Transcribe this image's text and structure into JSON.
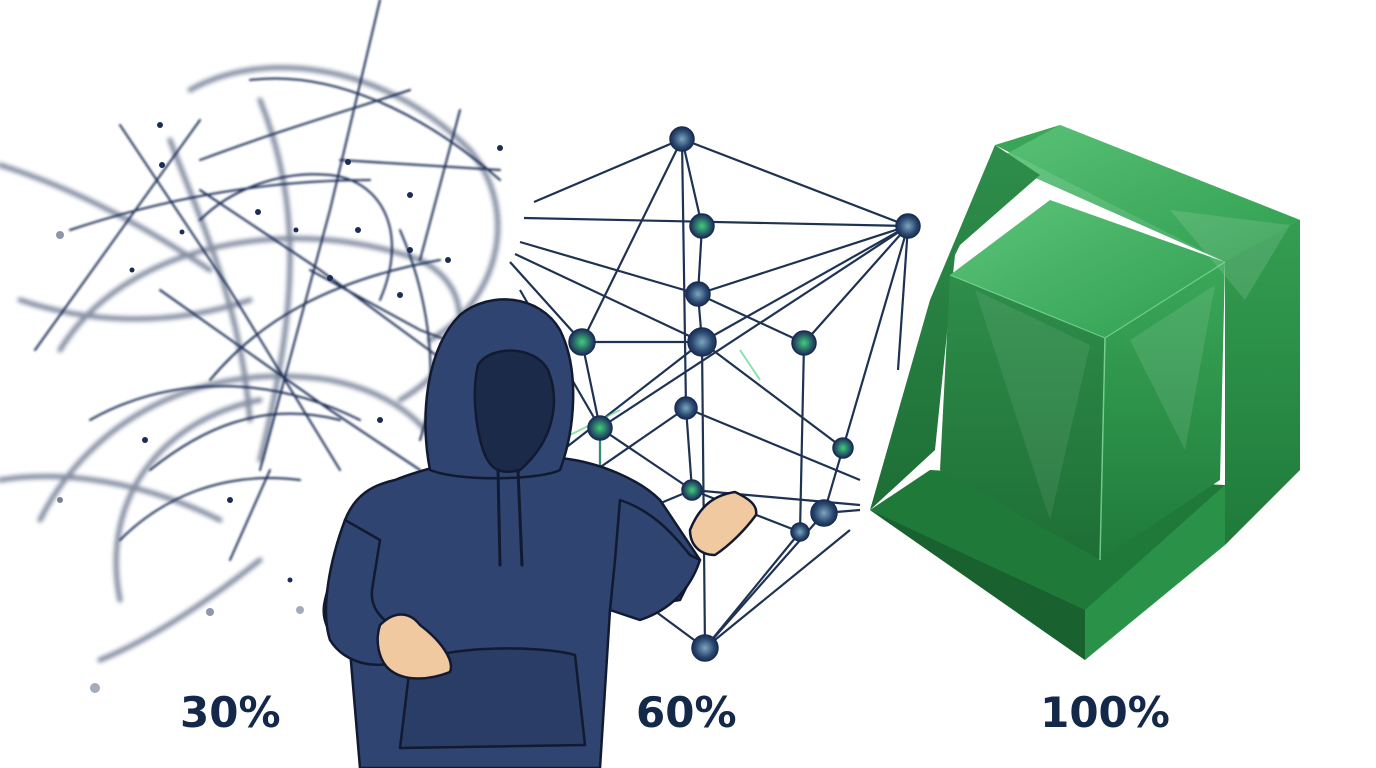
{
  "scene": {
    "description": "Three-stage progression illustration: tangled scribble, node network, solid green cube, with a hooded presenter",
    "colors": {
      "background": "#ffffff",
      "ink_navy": "#1b2d55",
      "hoodie": "#2f4470",
      "hoodie_shadow": "#22335a",
      "face_void": "#1c2a4a",
      "skin": "#f0c9a0",
      "node_glow": "#3fcf7a",
      "cube_green": "#2f9e4f",
      "cube_dark": "#1e6e36",
      "cube_light": "#5cc47a",
      "label_text": "#14284a"
    }
  },
  "stages": [
    {
      "id": "chaos",
      "visual": "tangled-scribble",
      "label": "30%"
    },
    {
      "id": "network",
      "visual": "node-network",
      "label": "60%"
    },
    {
      "id": "solid",
      "visual": "green-cube",
      "label": "100%"
    }
  ],
  "figure": {
    "visual": "hooded-presenter",
    "pose": "gesturing-open-hands"
  }
}
